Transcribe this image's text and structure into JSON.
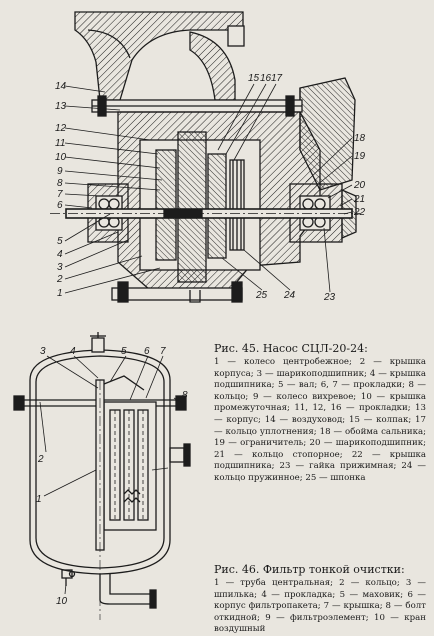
{
  "figure45": {
    "caption_title": "Рис. 45. Насос СЦЛ-20-24:",
    "caption_body": "1 — колесо центробежное; 2 — крышка корпуса; 3 — шарикоподшипник; 4 — крышка подшипника; 5 — вал; 6, 7 — прокладки; 8 — кольцо; 9 — колесо вихревое; 10 — крышка промежуточная; 11, 12, 16 — прокладки; 13 — корпус; 14 — воздуховод; 15 — колпак; 17 — кольцо уплотнения; 18 — обойма сальника; 19 — ограничитель; 20 — шарикоподшипник; 21 — кольцо стопорное; 22 — крышка подшипника; 23 — гайка прижимная; 24 — кольцо пружинное; 25 — шпонка",
    "callouts": [
      "14",
      "13",
      "15",
      "16",
      "17",
      "12",
      "11",
      "10",
      "9",
      "8",
      "7",
      "6",
      "5",
      "4",
      "3",
      "2",
      "1",
      "18",
      "19",
      "20",
      "21",
      "22",
      "25",
      "24",
      "23"
    ]
  },
  "figure46": {
    "caption_title": "Рис. 46. Фильтр тонкой очистки:",
    "caption_body": "1 — труба центральная; 2 — кольцо; 3 — шпилька; 4 — прокладка; 5 — маховик; 6 — корпус фильтропакета; 7 — крышка; 8 — болт откидной; 9 — фильтроэлемент; 10 — кран воздушный",
    "callouts": [
      "3",
      "4",
      "5",
      "6",
      "7",
      "2",
      "8",
      "9",
      "1",
      "10"
    ]
  }
}
